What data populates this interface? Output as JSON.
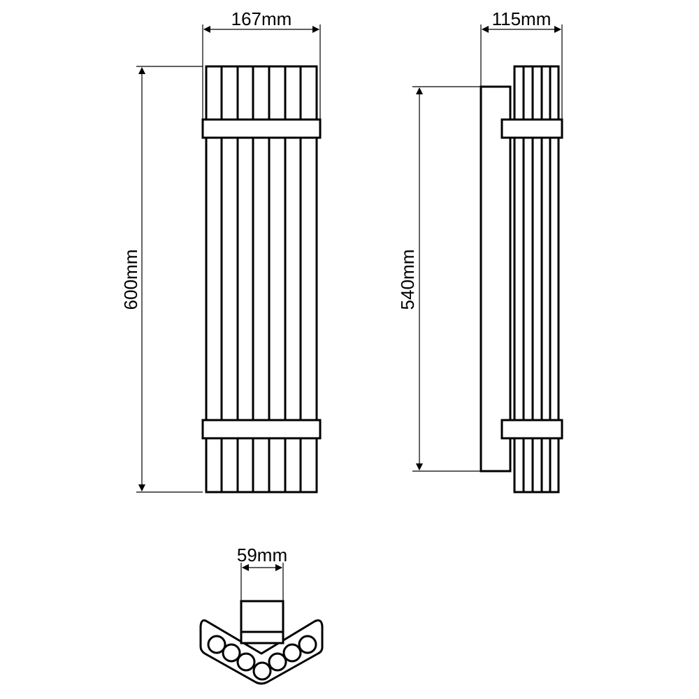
{
  "dimensions": {
    "front_width": "167mm",
    "front_height": "600mm",
    "side_depth": "115mm",
    "side_height": "540mm",
    "bottom_width": "59mm"
  },
  "colors": {
    "line": "#000000",
    "background": "#ffffff"
  }
}
